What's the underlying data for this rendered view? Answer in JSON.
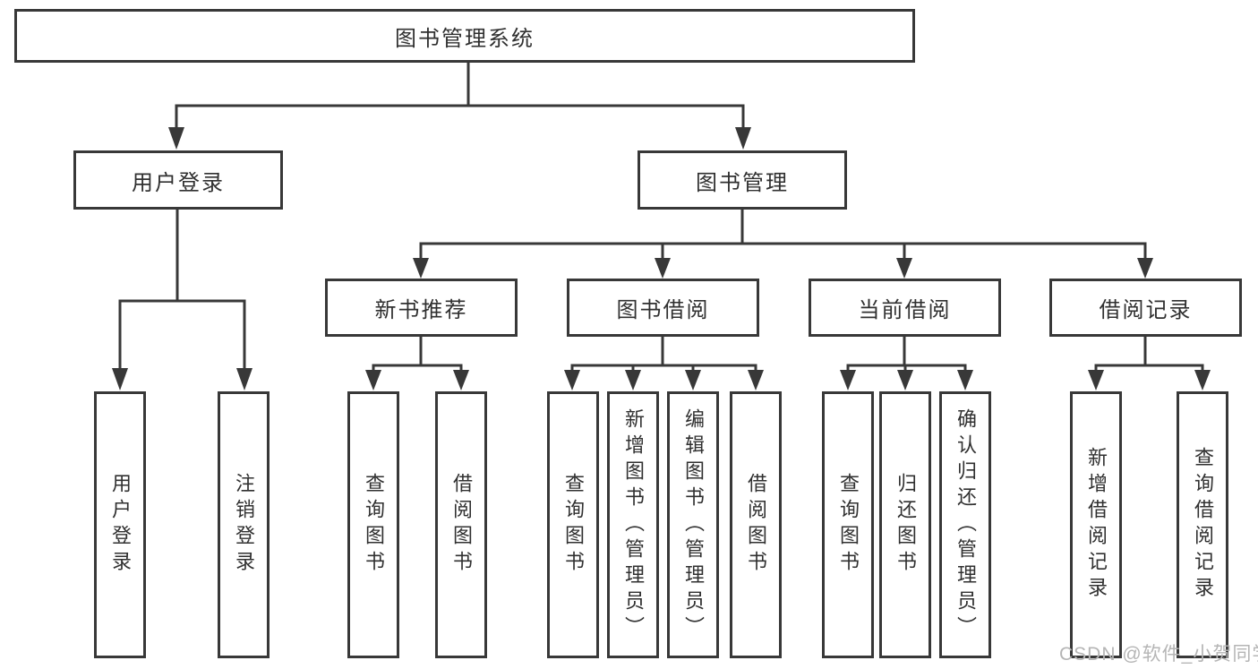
{
  "tree": {
    "root": "图书管理系统",
    "branches": [
      {
        "label": "用户登录",
        "children": [
          "用户登录",
          "注销登录"
        ]
      },
      {
        "label": "图书管理",
        "sub": [
          {
            "label": "新书推荐",
            "children": [
              "查询图书",
              "借阅图书"
            ]
          },
          {
            "label": "图书借阅",
            "children": [
              "查询图书",
              "新增图书（管理员）",
              "编辑图书（管理员）",
              "借阅图书"
            ]
          },
          {
            "label": "当前借阅",
            "children": [
              "查询图书",
              "归还图书",
              "确认归还（管理员）"
            ]
          },
          {
            "label": "借阅记录",
            "children": [
              "新增借阅记录",
              "查询借阅记录"
            ]
          }
        ]
      }
    ]
  },
  "watermark": {
    "text": "CSDN @软件_小贺同学",
    "color": "#b5b5b5"
  },
  "colors": {
    "line": "#383838",
    "text": "#303030",
    "box_fill": "#ffffff",
    "background": "#ffffff"
  }
}
